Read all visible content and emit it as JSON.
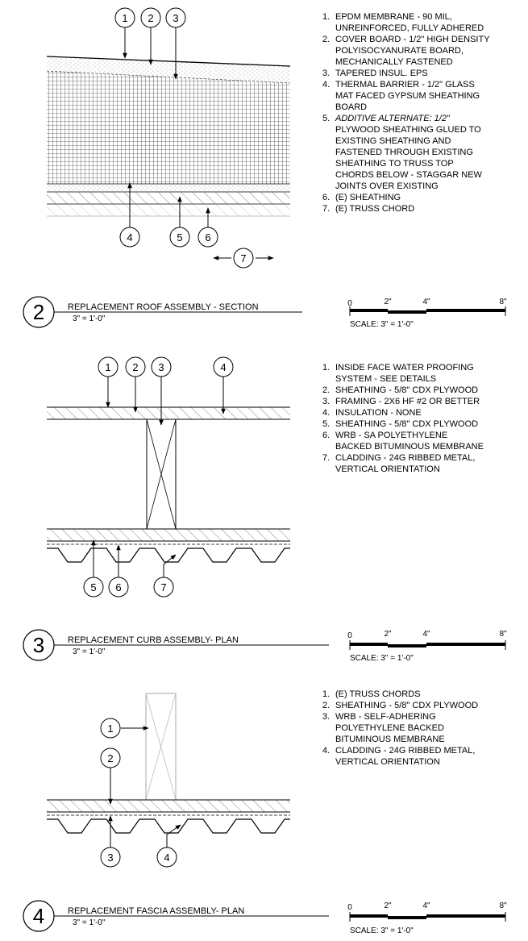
{
  "section2": {
    "title_number": "2",
    "title": "REPLACEMENT ROOF ASSEMBLY - SECTION",
    "scale_note": "3\" = 1'-0\"",
    "tags": [
      "1",
      "2",
      "3",
      "4",
      "5",
      "6",
      "7"
    ],
    "notes": [
      [
        "1.",
        "EPDM MEMBRANE - 90 MIL,"
      ],
      [
        "",
        "UNREINFORCED, FULLY ADHERED"
      ],
      [
        "2.",
        "COVER BOARD - 1/2\" HIGH DENSITY"
      ],
      [
        "",
        "POLYISOCYANURATE BOARD,"
      ],
      [
        "",
        "MECHANICALLY FASTENED"
      ],
      [
        "3.",
        "TAPERED INSUL. EPS"
      ],
      [
        "4.",
        "THERMAL BARRIER - 1/2\" GLASS"
      ],
      [
        "",
        "MAT FACED GYPSUM SHEATHING"
      ],
      [
        "",
        "BOARD"
      ],
      [
        "5.",
        "ADDITIVE ALTERNATE: 1/2\""
      ],
      [
        "",
        "PLYWOOD SHEATHING GLUED TO"
      ],
      [
        "",
        "EXISTING SHEATHING AND"
      ],
      [
        "",
        "FASTENED THROUGH EXISTING"
      ],
      [
        "",
        "SHEATHING TO TRUSS TOP"
      ],
      [
        "",
        "CHORDS BELOW - STAGGAR NEW"
      ],
      [
        "",
        "JOINTS OVER EXISTING"
      ],
      [
        "6.",
        "(E) SHEATHING"
      ],
      [
        "7.",
        "(E) TRUSS CHORD"
      ]
    ],
    "scale_bar": {
      "labels": [
        "0",
        "2\"",
        "4\"",
        "8\""
      ],
      "caption": "SCALE: 3\" = 1'-0\""
    }
  },
  "section3": {
    "title_number": "3",
    "title": "REPLACEMENT CURB ASSEMBLY- PLAN",
    "scale_note": "3\" = 1'-0\"",
    "tags": [
      "1",
      "2",
      "3",
      "4",
      "5",
      "6",
      "7"
    ],
    "notes": [
      [
        "1.",
        "INSIDE FACE WATER PROOFING"
      ],
      [
        "",
        "SYSTEM - SEE DETAILS"
      ],
      [
        "2.",
        "SHEATHING - 5/8\" CDX PLYWOOD"
      ],
      [
        "3.",
        "FRAMING - 2X6 HF #2 OR BETTER"
      ],
      [
        "4.",
        "INSULATION - NONE"
      ],
      [
        "5.",
        "SHEATHING - 5/8\" CDX PLYWOOD"
      ],
      [
        "6.",
        "WRB - SA POLYETHYLENE"
      ],
      [
        "",
        "BACKED BITUMINOUS MEMBRANE"
      ],
      [
        "7.",
        "CLADDING - 24G RIBBED METAL,"
      ],
      [
        "",
        "VERTICAL ORIENTATION"
      ]
    ],
    "scale_bar": {
      "labels": [
        "0",
        "2\"",
        "4\"",
        "8\""
      ],
      "caption": "SCALE: 3\" = 1'-0\""
    }
  },
  "section4": {
    "title_number": "4",
    "title": "REPLACEMENT FASCIA ASSEMBLY- PLAN",
    "scale_note": "3\" = 1'-0\"",
    "tags": [
      "1",
      "2",
      "3",
      "4"
    ],
    "notes": [
      [
        "1.",
        "(E) TRUSS CHORDS"
      ],
      [
        "2.",
        "SHEATHING - 5/8\" CDX PLYWOOD"
      ],
      [
        "3.",
        "WRB - SELF-ADHERING"
      ],
      [
        "",
        "POLYETHYLENE BACKED"
      ],
      [
        "",
        "BITUMINOUS MEMBRANE"
      ],
      [
        "4.",
        "CLADDING - 24G RIBBED METAL,"
      ],
      [
        "",
        "VERTICAL ORIENTATION"
      ]
    ],
    "scale_bar": {
      "labels": [
        "0",
        "2\"",
        "4\"",
        "8\""
      ],
      "caption": "SCALE: 3\" = 1'-0\""
    }
  }
}
